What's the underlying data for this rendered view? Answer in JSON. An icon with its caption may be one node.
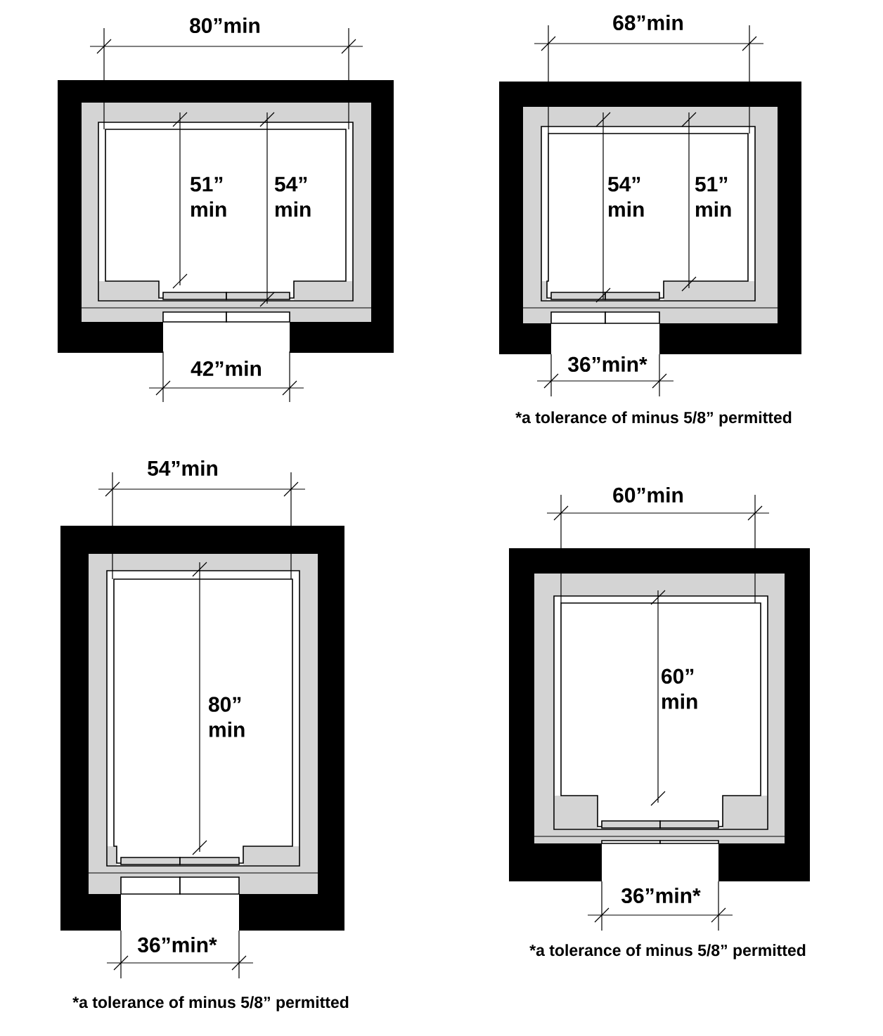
{
  "diagram": {
    "labels": [
      "80”min",
      "51” min",
      "54” min",
      "42”min",
      "68”min",
      "54” min",
      "51” min",
      "36”min*",
      "*a tolerance of minus 5/8” permitted",
      "54”min",
      "80” min",
      "36”min*",
      "*a tolerance of minus 5/8” permitted",
      "60”min",
      "60” min",
      "36”min*",
      "*a tolerance of minus 5/8” permitted"
    ]
  }
}
